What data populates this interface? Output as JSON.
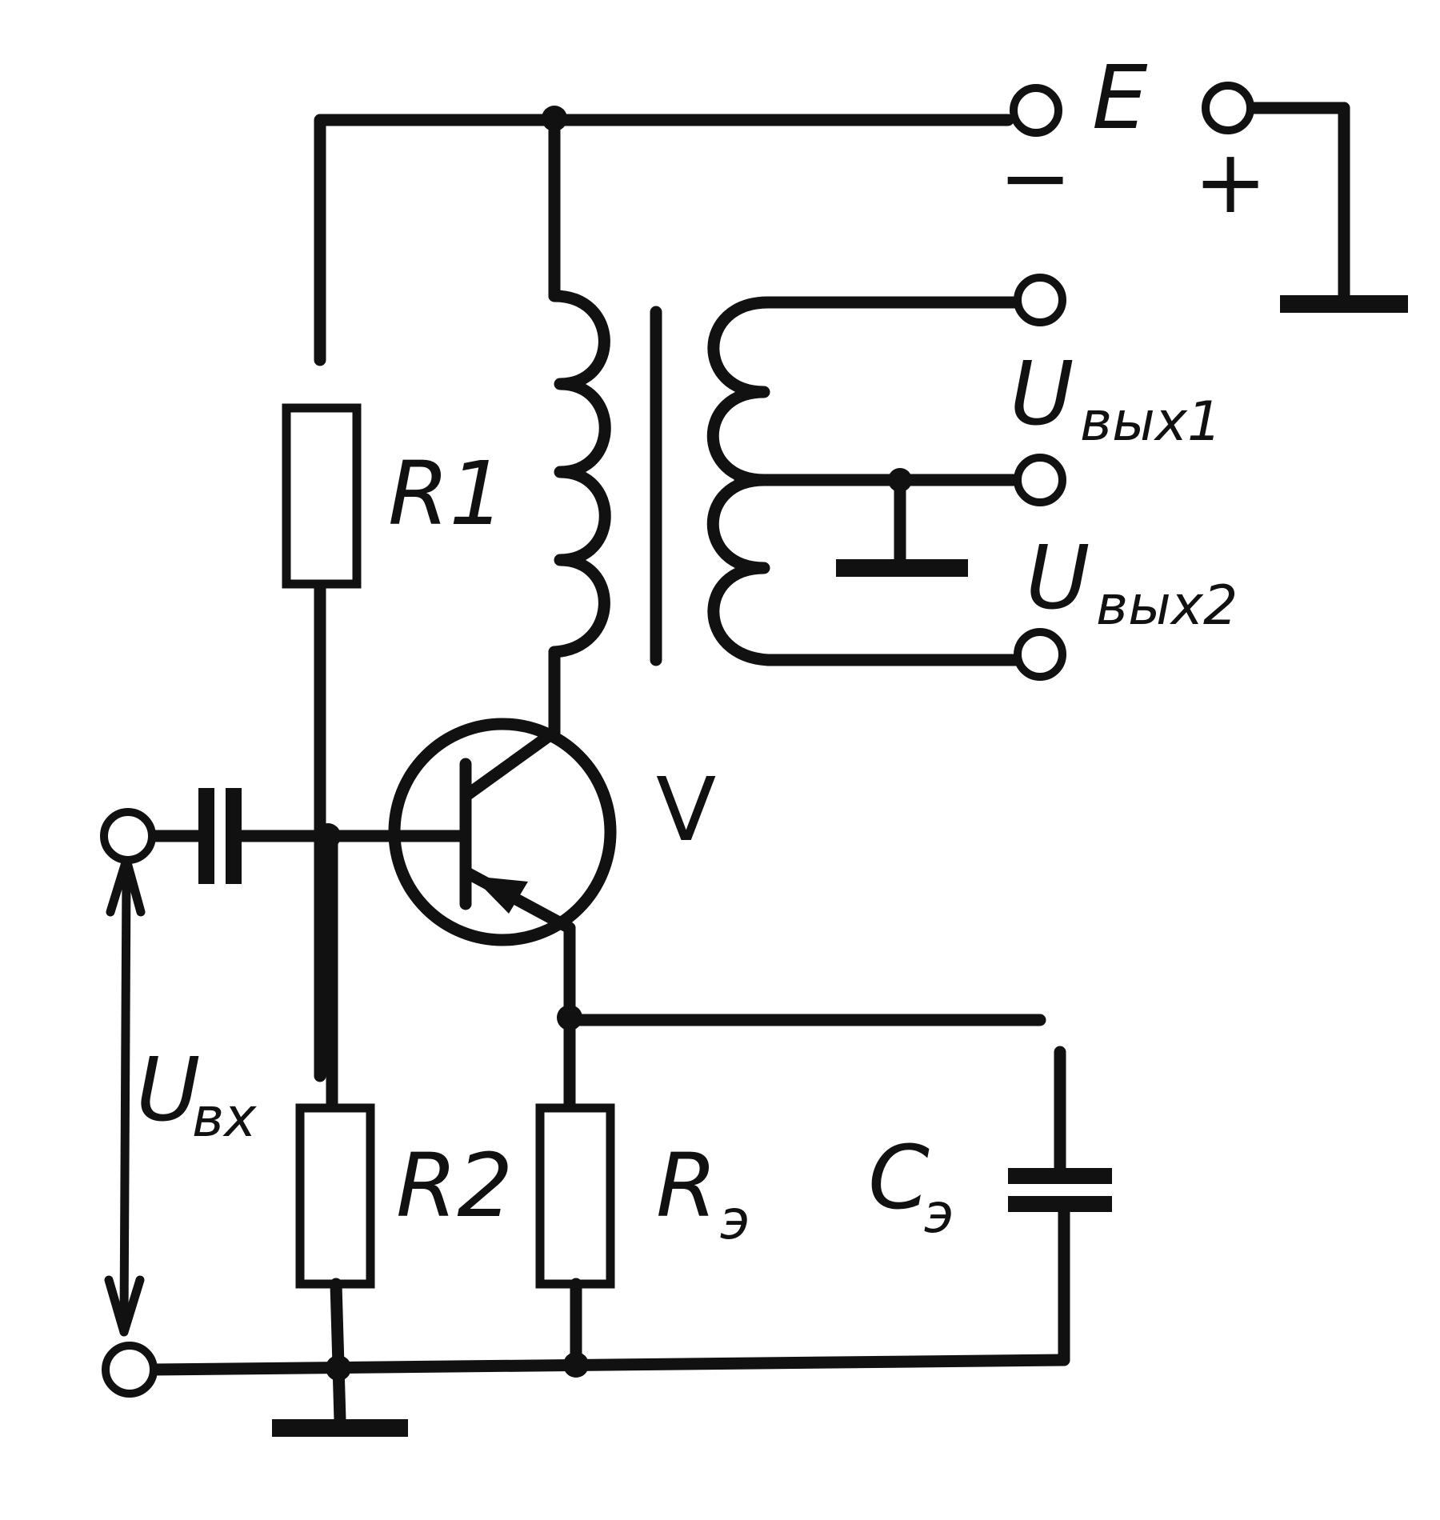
{
  "labels": {
    "supply": "E",
    "minus": "−",
    "plus": "+",
    "r1": "R1",
    "r2": "R2",
    "re_main": "R",
    "re_sub": "э",
    "ce_main": "C",
    "ce_sub": "э",
    "transistor": "V",
    "u_in_main": "U",
    "u_in_sub": "вх",
    "u_out1_main": "U",
    "u_out1_sub": "вых1",
    "u_out2_main": "U",
    "u_out2_sub": "вых2"
  }
}
